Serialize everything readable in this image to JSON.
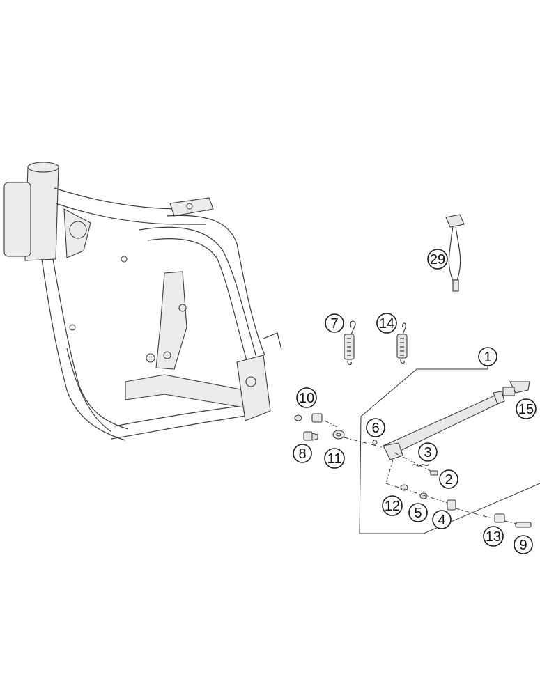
{
  "callouts": [
    {
      "id": "29",
      "label": "29"
    },
    {
      "id": "7",
      "label": "7"
    },
    {
      "id": "14",
      "label": "14"
    },
    {
      "id": "1",
      "label": "1"
    },
    {
      "id": "15",
      "label": "15"
    },
    {
      "id": "10",
      "label": "10"
    },
    {
      "id": "6",
      "label": "6"
    },
    {
      "id": "3",
      "label": "3"
    },
    {
      "id": "8",
      "label": "8"
    },
    {
      "id": "11",
      "label": "11"
    },
    {
      "id": "2",
      "label": "2"
    },
    {
      "id": "12",
      "label": "12"
    },
    {
      "id": "5",
      "label": "5"
    },
    {
      "id": "4",
      "label": "4"
    },
    {
      "id": "13",
      "label": "13"
    },
    {
      "id": "9",
      "label": "9"
    }
  ],
  "colors": {
    "line": "#3a3a3a",
    "part_fill": "#e8e8e8",
    "background": "#ffffff"
  }
}
